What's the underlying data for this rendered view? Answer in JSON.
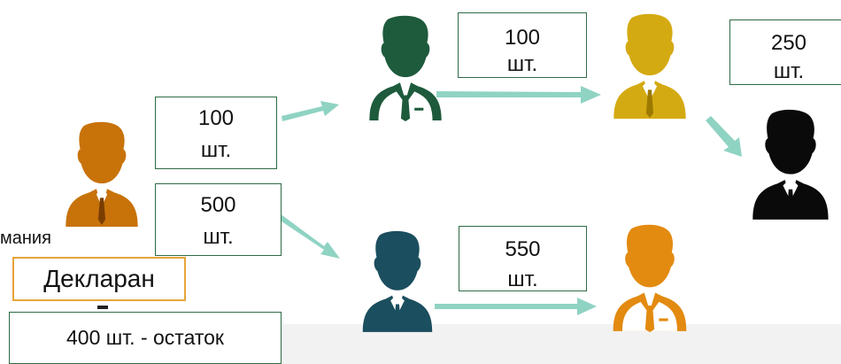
{
  "colors": {
    "company": "#c8720a",
    "buyer_green": "#1e5a3c",
    "buyer_teal": "#1b4e5e",
    "buyer_gold": "#d4aa12",
    "buyer_orange": "#e38a10",
    "final_black": "#0a0a0a",
    "arrow": "#8fd3c3",
    "box_border": "#2e6b45",
    "declaration_border": "#e6a53a"
  },
  "icons": {
    "company": "person-icon",
    "buyer_green": "person-icon",
    "buyer_teal": "person-icon",
    "buyer_gold": "person-icon",
    "buyer_orange": "person-icon",
    "final_black": "person-icon",
    "arrow": "arrow-right-icon"
  },
  "labels": {
    "company": "мания",
    "declaration": "Декларан",
    "residual": "400 шт. - остаток"
  },
  "transfers": {
    "t1": {
      "quantity": "100",
      "unit": "шт."
    },
    "t2": {
      "quantity": "500",
      "unit": "шт."
    },
    "t3": {
      "quantity": "100",
      "unit": "шт."
    },
    "t4": {
      "quantity": "550",
      "unit": "шт."
    },
    "t5": {
      "quantity": "250",
      "unit": "шт."
    }
  }
}
